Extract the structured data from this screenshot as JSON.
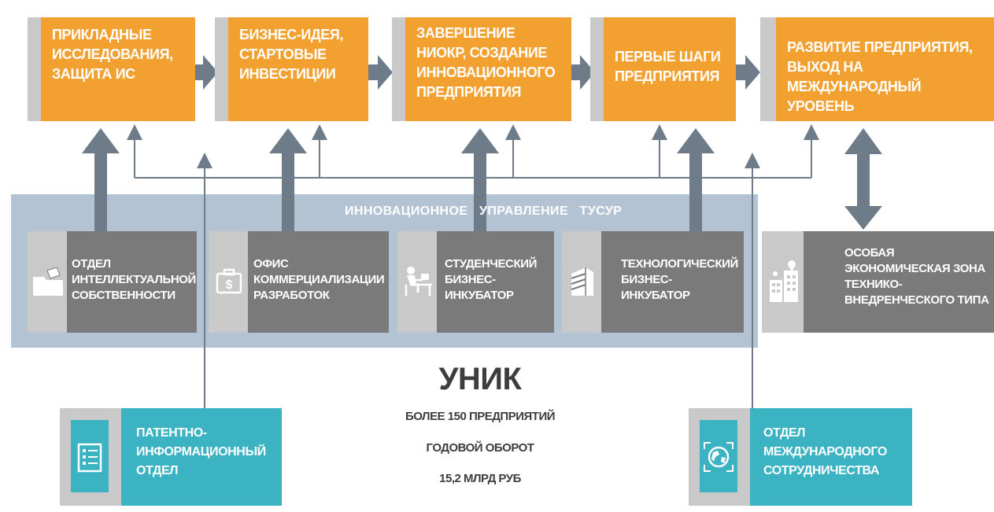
{
  "stages": [
    {
      "label": "ПРИКЛАДНЫЕ\nИССЛЕДОВАНИЯ,\nЗАЩИТА ИС"
    },
    {
      "label": "БИЗНЕС-ИДЕЯ,\nСТАРТОВЫЕ\nИНВЕСТИЦИИ"
    },
    {
      "label": "ЗАВЕРШЕНИЕ\nНИОКР, СОЗДАНИЕ\nИННОВАЦИОННОГО\nПРЕДПРИЯТИЯ"
    },
    {
      "label": "ПЕРВЫЕ ШАГИ\nПРЕДПРИЯТИЯ"
    },
    {
      "label": "РАЗВИТИЕ ПРЕДПРИЯТИЯ,\nВЫХОД НА МЕЖДУНАРОДНЫЙ\nУРОВЕНЬ"
    }
  ],
  "innovation_dept": {
    "title": "ИННОВАЦИОННОЕ   УПРАВЛЕНИЕ   ТУСУР"
  },
  "departments": [
    {
      "label": "ОТДЕЛ\nИНТЕЛЛЕКТУАЛЬНОЙ\nСОБСТВЕННОСТИ",
      "icon": "folder-document-icon"
    },
    {
      "label": "ОФИС\nКОММЕРЦИАЛИЗАЦИИ\nРАЗРАБОТОК",
      "icon": "money-briefcase-icon"
    },
    {
      "label": "СТУДЕНЧЕСКИЙ\nБИЗНЕС-\nИНКУБАТОР",
      "icon": "student-at-desk-icon"
    },
    {
      "label": "ТЕХНОЛОГИЧЕСКИЙ\nБИЗНЕС-\nИНКУБАТОР",
      "icon": "building-icon"
    }
  ],
  "sez": {
    "label": "ОСОБАЯ\nЭКОНОМИЧЕСКАЯ ЗОНА\nТЕХНИКО-\nВНЕДРЕНЧЕСКОГО ТИПА",
    "icon": "city-buildings-icon"
  },
  "patent": {
    "label": "ПАТЕНТНО-\nИНФОРМАЦИОННЫЙ\nОТДЕЛ",
    "icon": "checklist-icon"
  },
  "international": {
    "label": "ОТДЕЛ\nМЕЖДУНАРОДНОГО\nСОТРУДНИЧЕСТВА",
    "icon": "globe-icon"
  },
  "unik": {
    "title": "УНИК",
    "line1": "БОЛЕЕ 150 ПРЕДПРИЯТИЙ",
    "line2": "ГОДОВОЙ ОБОРОТ",
    "line3": "15,2 МЛРД РУБ"
  },
  "colors": {
    "orange": "#f2a02f",
    "dark_gray": "#7a7a7a",
    "light_gray": "#c9c9c9",
    "blue_panel": "#b3c3d3",
    "teal": "#3bb3c3",
    "arrow": "#6d7c88",
    "dark_text": "#3d3d3d"
  }
}
